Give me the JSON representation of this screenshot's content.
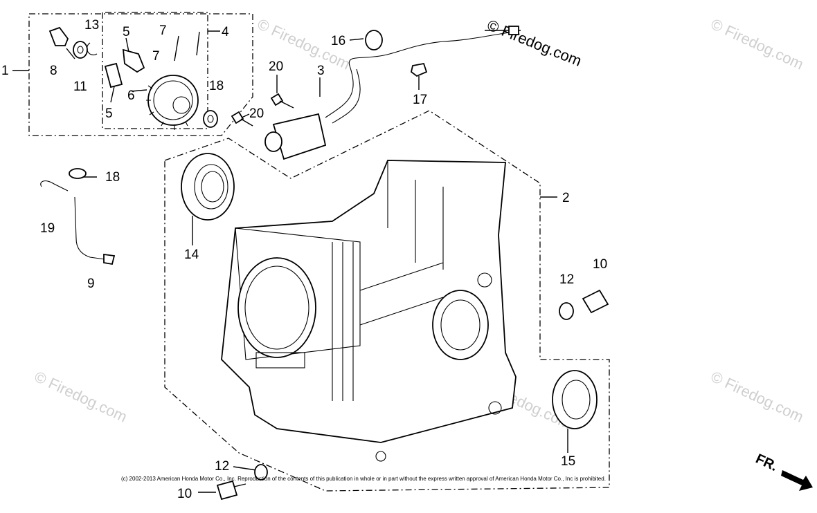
{
  "callouts": {
    "c1": "1",
    "c2": "2",
    "c3": "3",
    "c4": "4",
    "c5a": "5",
    "c5b": "5",
    "c6": "6",
    "c7a": "7",
    "c7b": "7",
    "c8": "8",
    "c9": "9",
    "c10a": "10",
    "c10b": "10",
    "c11": "11",
    "c12a": "12",
    "c12b": "12",
    "c13": "13",
    "c14": "14",
    "c15": "15",
    "c16": "16",
    "c17": "17",
    "c18a": "18",
    "c18b": "18",
    "c19": "19",
    "c20a": "20",
    "c20b": "20"
  },
  "watermark": {
    "main": "© Firedog.com",
    "faint": "© Firedog.com"
  },
  "direction_label": "FR.",
  "copyright": "(c) 2002-2013 American Honda Motor Co., Inc. Reproduction of the contents of this publication in whole or in part without the express written approval of American Honda Motor Co., Inc is prohibited.",
  "colors": {
    "ink": "#000000",
    "watermark": "#cfcfcf",
    "background": "#ffffff"
  }
}
